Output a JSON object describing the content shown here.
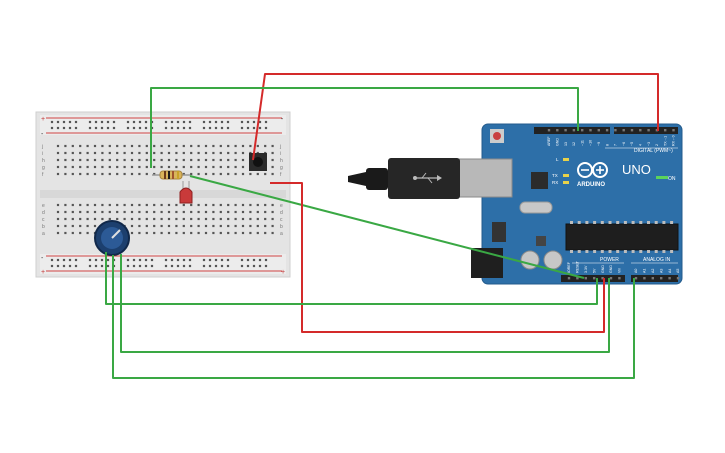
{
  "breadboard": {
    "rows_top": [
      "j",
      "i",
      "h",
      "g",
      "f"
    ],
    "rows_bottom": [
      "e",
      "d",
      "c",
      "b",
      "a"
    ],
    "column_count": 30,
    "rail_plus": "+",
    "rail_minus": "-"
  },
  "arduino": {
    "brand": "ARDUINO",
    "model": "UNO",
    "on_label": "ON",
    "digital_label": "DIGITAL (PWM~)",
    "power_label": "POWER",
    "analog_label": "ANALOG IN",
    "digital_pins": [
      "AREF",
      "GND",
      "13",
      "12",
      "~11",
      "~10",
      "~9",
      "8",
      "7",
      "~6",
      "~5",
      "4",
      "~3",
      "2",
      "TX→1",
      "RX←0"
    ],
    "power_pins": [
      "IOREF",
      "RESET",
      "3.3V",
      "5V",
      "GND",
      "GND",
      "Vin"
    ],
    "analog_pins": [
      "A0",
      "A1",
      "A2",
      "A3",
      "A4",
      "A5"
    ],
    "led_labels": [
      "L",
      "TX",
      "RX"
    ]
  },
  "colors": {
    "wire_red": "#d42a2a",
    "wire_green": "#3aa844",
    "board_blue": "#2d6fa8",
    "breadboard": "#e6e6e6",
    "rail_red": "#d14545"
  }
}
